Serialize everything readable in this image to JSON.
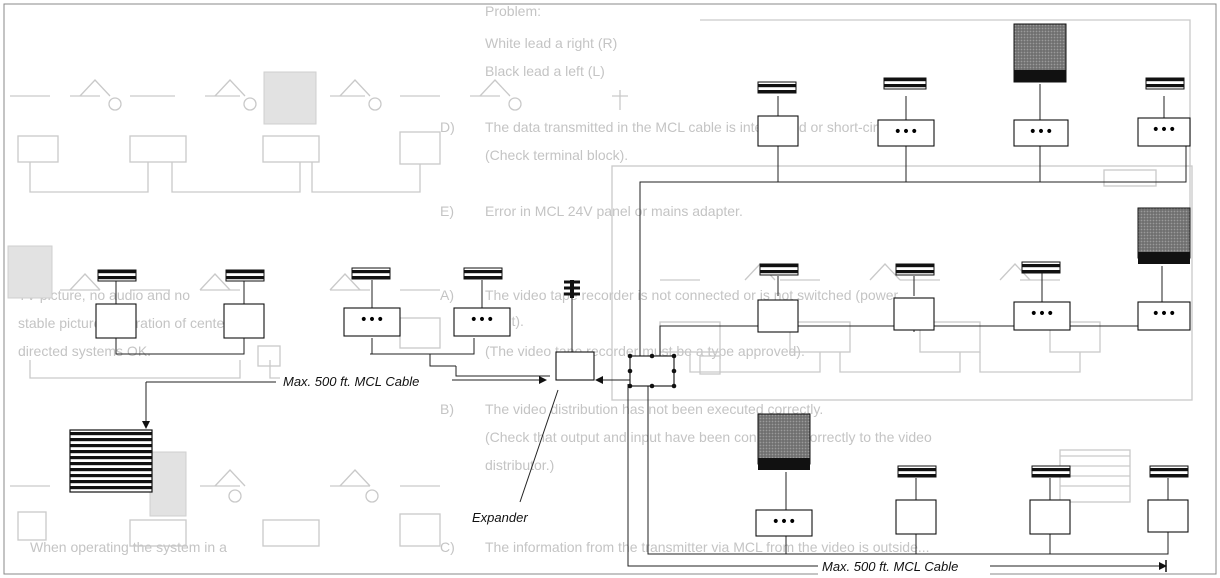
{
  "labels": {
    "cable_top": "Max. 500 ft. MCL Cable",
    "cable_bottom": "Max. 500 ft. MCL Cable",
    "expander": "Expander"
  },
  "bleed_through_text": [
    "Problem:",
    "White lead a right (R)",
    "Black lead a left (L)",
    "D)",
    "The data transmitted in the MCL cable is interrupted or short-circuited",
    "(Check terminal block).",
    "E)",
    "Error in MCL 24V panel or mains adapter.",
    "TV picture, no audio and no",
    "stable picture. Operation of center",
    "directed systems OK.",
    "A)",
    "The video tape recorder is not connected or is not switched (power",
    "point).",
    "(The video tape recorder must be a type approved).",
    "B)",
    "The video distribution has not been executed correctly.",
    "(Check that output and input have been connected correctly to the video",
    "distributor.)",
    "When operating the system in a",
    "C)",
    "The information from the transmitter via MCL from the video is outside..."
  ],
  "colors": {
    "ink": "#111111",
    "ghost": "#c9c9c9",
    "paper": "#ffffff"
  }
}
